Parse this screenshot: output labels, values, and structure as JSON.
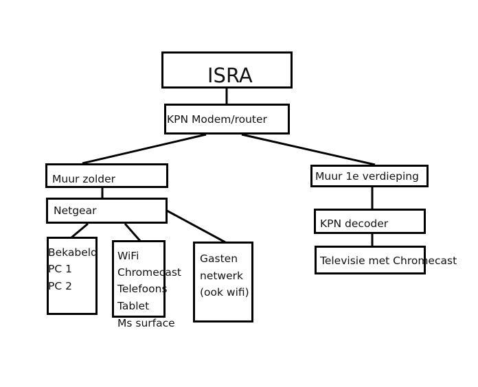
{
  "nodes": {
    "isra": "ISRA",
    "modem": "KPN Modem/router",
    "muur_zolder": "Muur zolder",
    "netgear": "Netgear",
    "bekabeld": [
      "Bekabeld",
      "PC 1",
      "PC 2"
    ],
    "wifi": [
      "WiFi",
      "Chromecast",
      "Telefoons",
      "Tablet",
      "Ms surface"
    ],
    "gasten": [
      "Gasten",
      "netwerk",
      "(ook wifi)"
    ],
    "muur_1e": "Muur 1e verdieping",
    "decoder": "KPN decoder",
    "televisie": "Televisie met Chromecast"
  }
}
